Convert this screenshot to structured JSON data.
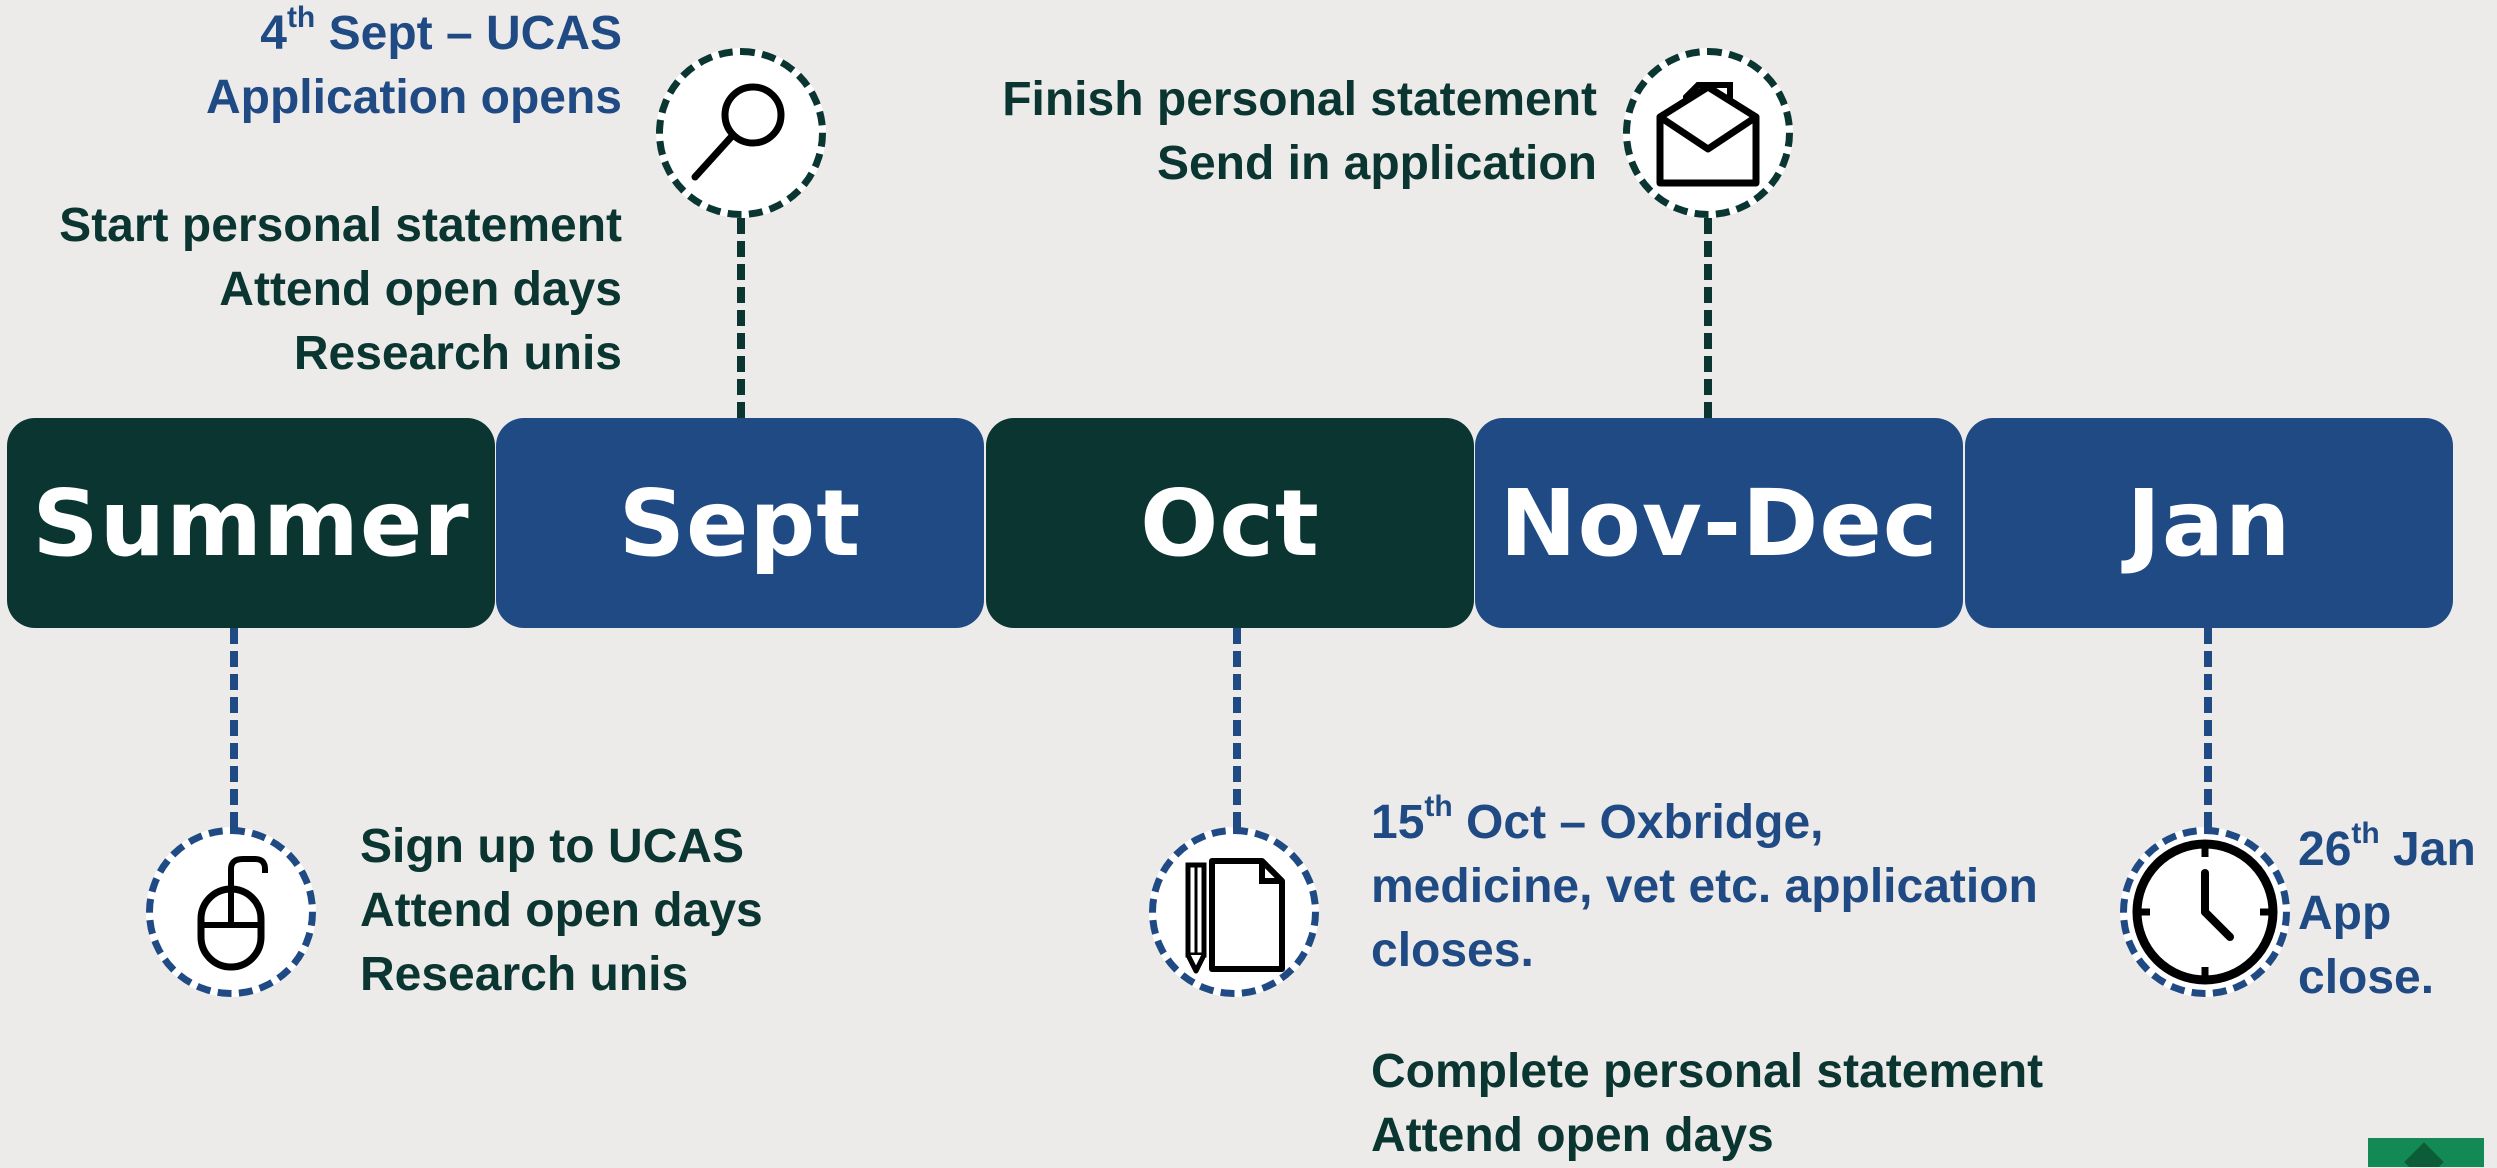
{
  "months": [
    {
      "label": "Summer",
      "color": "#0a3531"
    },
    {
      "label": "Sept",
      "color": "#1f4a84"
    },
    {
      "label": "Oct",
      "color": "#0a3531"
    },
    {
      "label": "Nov-Dec",
      "color": "#1f4a84"
    },
    {
      "label": "Jan",
      "color": "#1f4a84"
    }
  ],
  "sept": {
    "icon": "magnifier-icon",
    "deadline_day": "4",
    "deadline_suffix": "th",
    "deadline_rest": " Sept – UCAS",
    "deadline_line2": "Application opens",
    "tasks": [
      "Start personal statement",
      "Attend open days",
      "Research unis"
    ]
  },
  "novdec": {
    "icon": "envelope-icon",
    "tasks": [
      "Finish personal statement",
      "Send in application"
    ]
  },
  "summer": {
    "icon": "mouse-icon",
    "tasks": [
      "Sign up to UCAS",
      "Attend open days",
      "Research unis"
    ]
  },
  "oct": {
    "icon": "document-pencil-icon",
    "deadline_day": "15",
    "deadline_suffix": "th",
    "deadline_rest": " Oct – Oxbridge,",
    "deadline_line2": "medicine, vet etc. application",
    "deadline_line3": "closes.",
    "tasks": [
      "Complete personal statement",
      "Attend open days"
    ]
  },
  "jan": {
    "icon": "clock-icon",
    "deadline_day": "26",
    "deadline_suffix": "th",
    "deadline_rest": " Jan",
    "deadline_line2": "App",
    "deadline_line3": "close."
  },
  "colors": {
    "dark_green": "#0a3531",
    "navy_blue": "#1f4a84",
    "background": "#ecebe9"
  }
}
